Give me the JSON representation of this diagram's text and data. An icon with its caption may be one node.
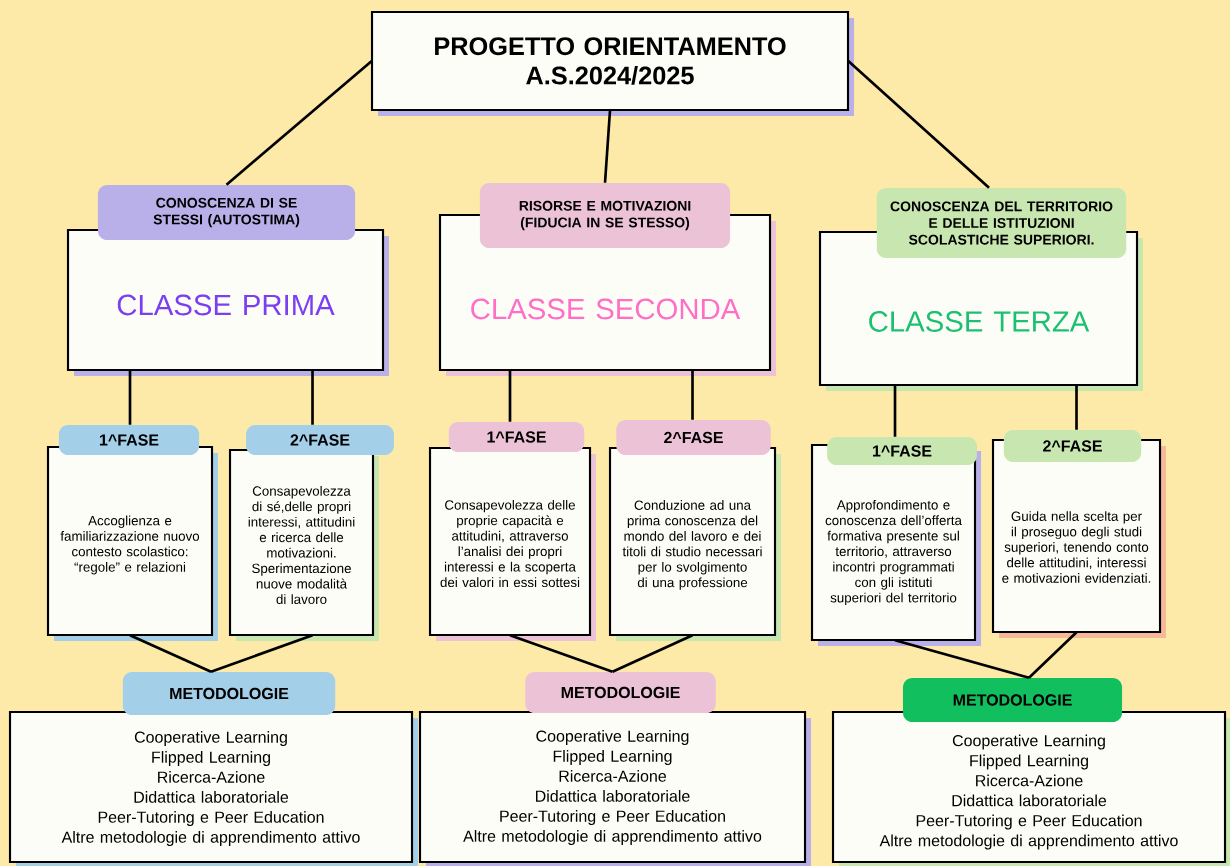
{
  "diagram": {
    "nodes": [
      {
        "text": [
          "PROGETTO ORIENTAMENTO A.S.2024/2025"
        ]
      },
      {
        "text": [
          "CONOSCENZA DI SE STESSI (AUTOSTIMA)",
          "CLASSE PRIMA"
        ]
      },
      {
        "text": [
          "RISORSE E MOTIVAZIONI (FIDUCIA IN SE STESSO)",
          "CLASSE SECONDA"
        ]
      },
      {
        "text": [
          "CONOSCENZA DEL TERRITORIO E DELLE ISTITUZIONI SCOLASTICHE SUPERIORI.",
          "CLASSE TERZA"
        ]
      },
      {
        "text": [
          "1^FASE",
          "Accoglienza e familiarizzazione nuovo contesto scolastico: “regole” e relazioni"
        ]
      },
      {
        "text": [
          "2^FASE",
          "Consapevolezza di sé,delle propri interessi, attitudini e ricerca delle motivazioni. Sperimentazione nuove modalità di lavoro"
        ]
      },
      {
        "text": [
          "1^FASE",
          "Consapevolezza delle proprie capacità e attitudini, attraverso l’analisi dei propri interessi e la scoperta dei valori in essi sottesi"
        ]
      },
      {
        "text": [
          "2^FASE",
          "Conduzione ad una prima conoscenza del mondo del lavoro e dei titoli di studio necessari per lo svolgimento di una professione"
        ]
      },
      {
        "text": [
          "1^FASE",
          "Approfondimento e conoscenza dell’offerta formativa presente sul territorio, attraverso incontri programmati con gli istituti superiori del territorio"
        ]
      },
      {
        "text": [
          "2^FASE",
          "Guida nella scelta per il proseguo degli studi superiori, tenendo conto delle attitudini, interessi e motivazioni evidenziati."
        ]
      },
      {
        "text": [
          "METODOLOGIE",
          "Cooperative Learning",
          "Flipped Learning",
          "Ricerca-Azione",
          "Didattica laboratoriale",
          "Peer-Tutoring e Peer Education",
          "Altre metodologie di apprendimento attivo"
        ]
      },
      {
        "text": [
          "METODOLOGIE",
          "Cooperative Learning",
          "Flipped Learning",
          "Ricerca-Azione",
          "Didattica laboratoriale",
          "Peer-Tutoring e Peer Education",
          "Altre metodologie di apprendimento attivo"
        ]
      },
      {
        "text": [
          "METODOLOGIE",
          "Cooperative Learning",
          "Flipped Learning",
          "Ricerca-Azione",
          "Didattica laboratoriale",
          "Peer-Tutoring e Peer Education",
          "Altre metodologie di apprendimento attivo"
        ]
      }
    ],
    "edges": [
      {
        "from": 0,
        "to": 1,
        "arrow": "none"
      },
      {
        "from": 0,
        "to": 2,
        "arrow": "none"
      },
      {
        "from": 0,
        "to": 3,
        "arrow": "none"
      },
      {
        "from": 1,
        "to": 4,
        "arrow": "none"
      },
      {
        "from": 1,
        "to": 5,
        "arrow": "none"
      },
      {
        "from": 2,
        "to": 6,
        "arrow": "none"
      },
      {
        "from": 2,
        "to": 7,
        "arrow": "none"
      },
      {
        "from": 3,
        "to": 8,
        "arrow": "none"
      },
      {
        "from": 3,
        "to": 9,
        "arrow": "none"
      },
      {
        "from": 4,
        "to": 10,
        "arrow": "none"
      },
      {
        "from": 5,
        "to": 10,
        "arrow": "none"
      },
      {
        "from": 6,
        "to": 11,
        "arrow": "none"
      },
      {
        "from": 7,
        "to": 11,
        "arrow": "none"
      },
      {
        "from": 8,
        "to": 12,
        "arrow": "none"
      },
      {
        "from": 9,
        "to": 12,
        "arrow": "none"
      }
    ]
  }
}
